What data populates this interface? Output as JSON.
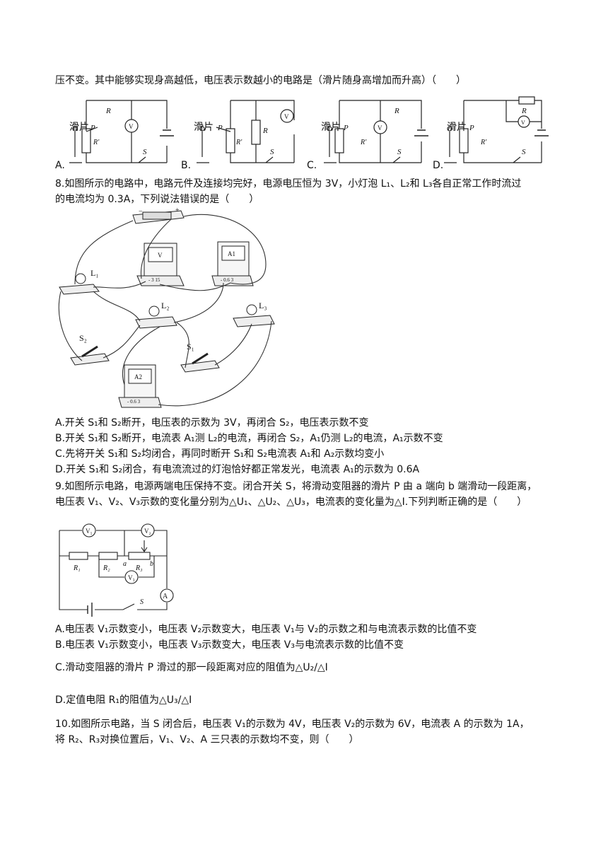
{
  "q7": {
    "intro": "压不变。其中能够实现身高越低，电压表示数越小的电路是（滑片随身高增加而升高）（　　）",
    "slider_label": "滑片",
    "options": [
      "A.",
      "B.",
      "C.",
      "D."
    ],
    "labels": {
      "P": "P",
      "R": "R",
      "Rp": "R'",
      "V": "V",
      "S": "S"
    }
  },
  "q8": {
    "stem_line1": "8.如图所示的电路中，电路元件及连接均完好，电源电压恒为 3V，小灯泡 L₁、L₂和 L₃各自正常工作时流过",
    "stem_line2": "的电流均为 0.3A，下列说法错误的是（　　）",
    "fig_labels": {
      "L1": "L₁",
      "L2": "L₂",
      "L3": "L₃",
      "S1": "S₁",
      "S2": "S₂",
      "V": "V",
      "A1": "A1",
      "A2": "A2",
      "scale_v": "- 3 15",
      "scale_a": "- 0.6 3",
      "minus": "−",
      "plus": "+"
    },
    "options": [
      "A.开关 S₁和 S₂断开，电压表的示数为 3V，再闭合 S₂，电压表示数不变",
      "B.开关 S₁和 S₂断开，电流表 A₁测 L₂的电流，再闭合 S₂，A₁仍测 L₂的电流，A₁示数不变",
      "C.先将开关 S₁和 S₂均闭合，再同时断开 S₁和 S₂电流表 A₁和 A₂示数均变小",
      "D.开关 S₁和 S₂闭合，有电流流过的灯泡恰好都正常发光，电流表 A₁的示数为 0.6A"
    ]
  },
  "q9": {
    "stem_line1": "9.如图所示电路，电源两端电压保持不变。闭合开关 S，将滑动变阻器的滑片 P 由 a 端向 b 端滑动一段距离，",
    "stem_line2": "电压表 V₁、V₂、V₃示数的变化量分别为△U₁、△U₂、△U₃，电流表的变化量为△I.下列判断正确的是（　　）",
    "fig_labels": {
      "V1": "V₁",
      "V2": "V₂",
      "V3": "V₃",
      "R1": "R₁",
      "R2": "R₂",
      "R3": "R₃",
      "a": "a",
      "b": "b",
      "A": "A",
      "S": "S"
    },
    "options": [
      "A.电压表 V₁示数变小，电压表 V₂示数变大，电压表 V₁与 V₂的示数之和与电流表示数的比值不变",
      "B.电压表 V₁示数变小，电压表 V₃示数变大，电压表 V₃与电流表示数的比值不变",
      "C.滑动变阻器的滑片 P 滑过的那一段距离对应的阻值为△U₂/△I",
      "D.定值电阻 R₁的阻值为△U₃/△I"
    ]
  },
  "q10": {
    "stem_line1": "10.如图所示电路，当 S 闭合后，电压表 V₁的示数为 4V，电压表 V₂的示数为 6V，电流表 A 的示数为 1A，",
    "stem_line2": "将 R₂、R₃对换位置后，V₁、V₂、A 三只表的示数均不变，则（　　）"
  }
}
